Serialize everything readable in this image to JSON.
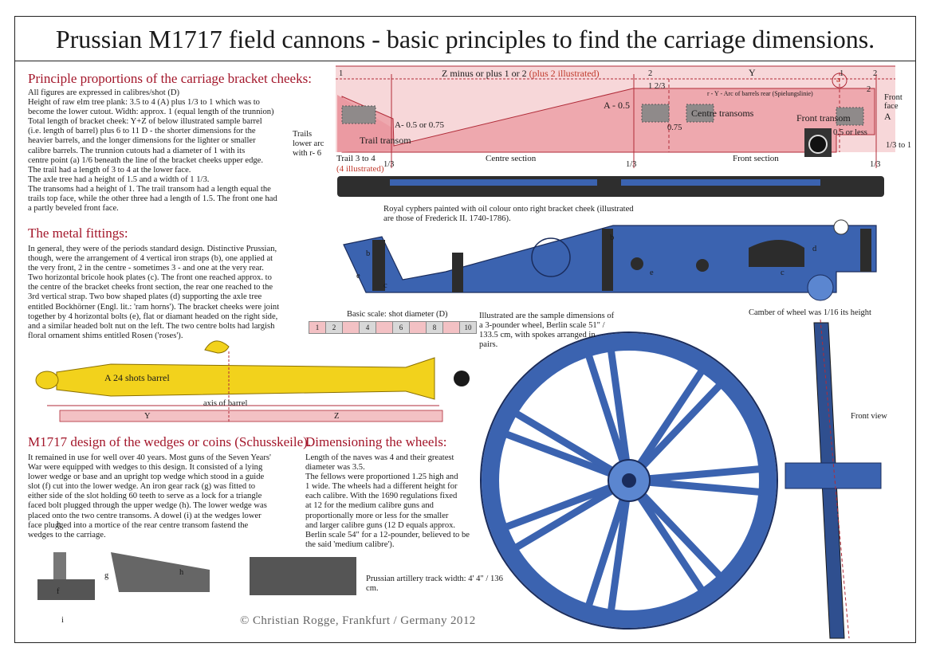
{
  "title": "Prussian M1717 field cannons - basic principles to find the carriage dimensions.",
  "sections": {
    "proportions": {
      "heading": "Principle proportions of the carriage bracket cheeks:",
      "lines": [
        "All figures are expressed in calibres/shot (D)",
        "Height of raw elm tree plank: 3.5 to 4 (A) plus 1/3 to 1 which was to",
        "become the lower cutout.   Width: approx. 1 (equal length of the trunnion)",
        "Total length of bracket cheek: Y+Z  of below illustrated sample barrel",
        "(i.e. length of barrel) plus 6 to 11 D - the shorter dimensions for the",
        "heavier barrels, and the longer dimensions for the lighter or smaller",
        "calibre barrels. The trunnion cutouts had a diameter of 1 with its",
        "centre point (a) 1/6 beneath the line of the bracket cheeks upper edge.",
        "The trail had a length of 3 to 4 at the lower face.",
        "The axle tree had a height of 1.5 and a width of 1 1/3.",
        "The transoms had a height of 1. The trail transom had a length equal the",
        "trails top face, while the other three had a length of 1.5. The front one had",
        "a partly beveled front face."
      ]
    },
    "metal": {
      "heading": "The metal fittings:",
      "lines": [
        "In general, they were of the periods standard design. Distinctive Prussian,",
        "though, were the arrangement of 4 vertical iron straps (b), one applied at",
        "the very front, 2 in the centre - sometimes 3 - and one at the very rear.",
        "Two horizontal bricole hook plates (c). The front one reached approx. to",
        "the centre of the bracket cheeks front section, the rear one reached to the",
        "3rd vertical strap. Two bow shaped plates (d) supporting the axle tree",
        "entitled Bockhörner (Engl. lit.: 'ram horns'). The bracket cheeks were joint",
        "together by 4 horizontal bolts (e), flat or diamant headed on the right side,",
        "and a similar headed bolt nut on the left. The two centre bolts had largish",
        "floral ornament shims entitled Rosen ('roses')."
      ]
    },
    "wedges": {
      "heading": "M1717 design of the wedges or coins (Schusskeile).",
      "lines": [
        "It remained in use for well over 40 years. Most guns of the Seven Years'",
        "War were equipped with wedges to this design. It consisted of a lying",
        "lower wedge or base and an upright top wedge which stood in a guide",
        "slot (f) cut into the lower wedge. An iron gear rack (g) was fitted to",
        "either side of the slot holding 60 teeth to serve as a lock for a triangle",
        "faced bolt plugged through the upper wedge (h). The lower wedge was",
        "placed onto the two centre transoms. A dowel (i) at the wedges lower",
        "face plugged into a mortice of the rear centre transom fastend the",
        "wedges to the carriage."
      ]
    },
    "wheels": {
      "heading": "Dimensioning the wheels:",
      "lines": [
        "Length of the naves was 4 and their greatest",
        "diameter was 3.5.",
        "The fellows were proportioned 1.25 high and",
        "1 wide. The wheels had a different height for",
        "each calibre. With the 1690 regulations fixed",
        "at 12 for the medium calibre guns and",
        "proportionally more or less for the smaller",
        "and larger calibre guns (12 D equals approx.",
        "Berlin scale 54\" for a 12-pounder, believed to be",
        "the said 'medium calibre')."
      ]
    }
  },
  "diagram_labels": {
    "z_minus": "Z minus or plus 1 or 2",
    "z_plus_illustrated": "(plus 2 illustrated)",
    "y": "Y",
    "arc": "r - Y - Arc of barrels rear (Spielungslinie)",
    "a_minus": "A - 0.5",
    "a_minus_2": "A- 0.5 or 0.75",
    "trail_transom": "Trail transom",
    "centre_transoms": "Centre transoms",
    "front_transom": "Front transom",
    "v075": "0.75",
    "v05less": "0.5 or less",
    "trails_lower_arc": "Trails\nlower arc\nwith r- 6",
    "trail_len": "Trail 3 to 4",
    "trail_ill": "(4 illustrated)",
    "centre_section": "Centre section",
    "front_section": "Front section",
    "front_face": "Front\nface",
    "A": "A",
    "third": "1/3",
    "third_to_1": "1/3 to 1",
    "one": "1",
    "two": "2",
    "one_two_third": "1 2/3",
    "a_mark": "a",
    "cyphers": "Royal cyphers painted with oil colour onto right bracket cheek (illustrated are those of Frederick II. 1740-1786).",
    "basic_scale": "Basic scale: shot diameter (D)",
    "scale_ticks": [
      "1",
      "2",
      "",
      "4",
      "",
      "6",
      "",
      "8",
      "",
      "10"
    ],
    "sample_wheel": "Illustrated are the sample dimensions of a 3-pounder wheel, Berlin scale 51\" / 133.5 cm, with spokes arranged in pairs.",
    "camber": "Camber of wheel was 1/16 its height",
    "front_view": "Front view",
    "barrel": "A 24 shots barrel",
    "axis": "axis of  barrel",
    "Z": "Z",
    "track": "Prussian artillery track width: 4' 4\" / 136 cm.",
    "b": "b",
    "c": "c",
    "d": "d",
    "e": "e",
    "f": "f",
    "g": "g",
    "h": "h",
    "i": "i"
  },
  "credit": "© Christian Rogge, Frankfurt / Germany 2012",
  "colors": {
    "heading": "#a3162a",
    "carriage": "#3b63b0",
    "barrel": "#f2d21c",
    "band": "#f3c1c4"
  }
}
